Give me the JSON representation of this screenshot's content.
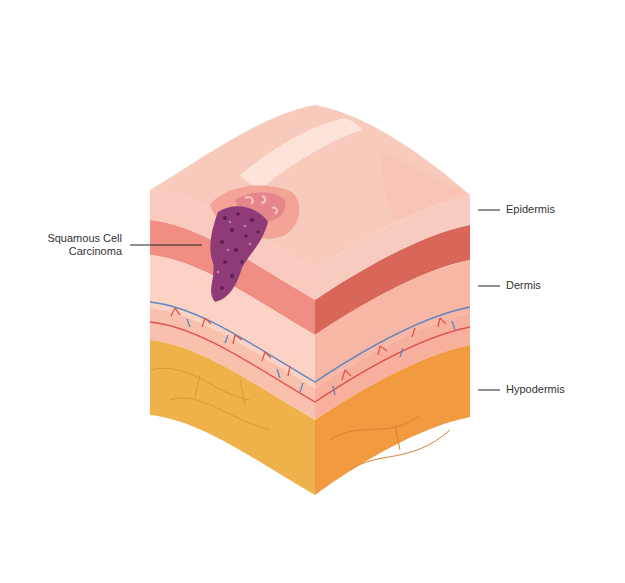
{
  "diagram": {
    "labels": [
      "Squamous Cell Carcinoma",
      "Epidermis",
      "Dermis",
      "Hypodermis"
    ]
  }
}
